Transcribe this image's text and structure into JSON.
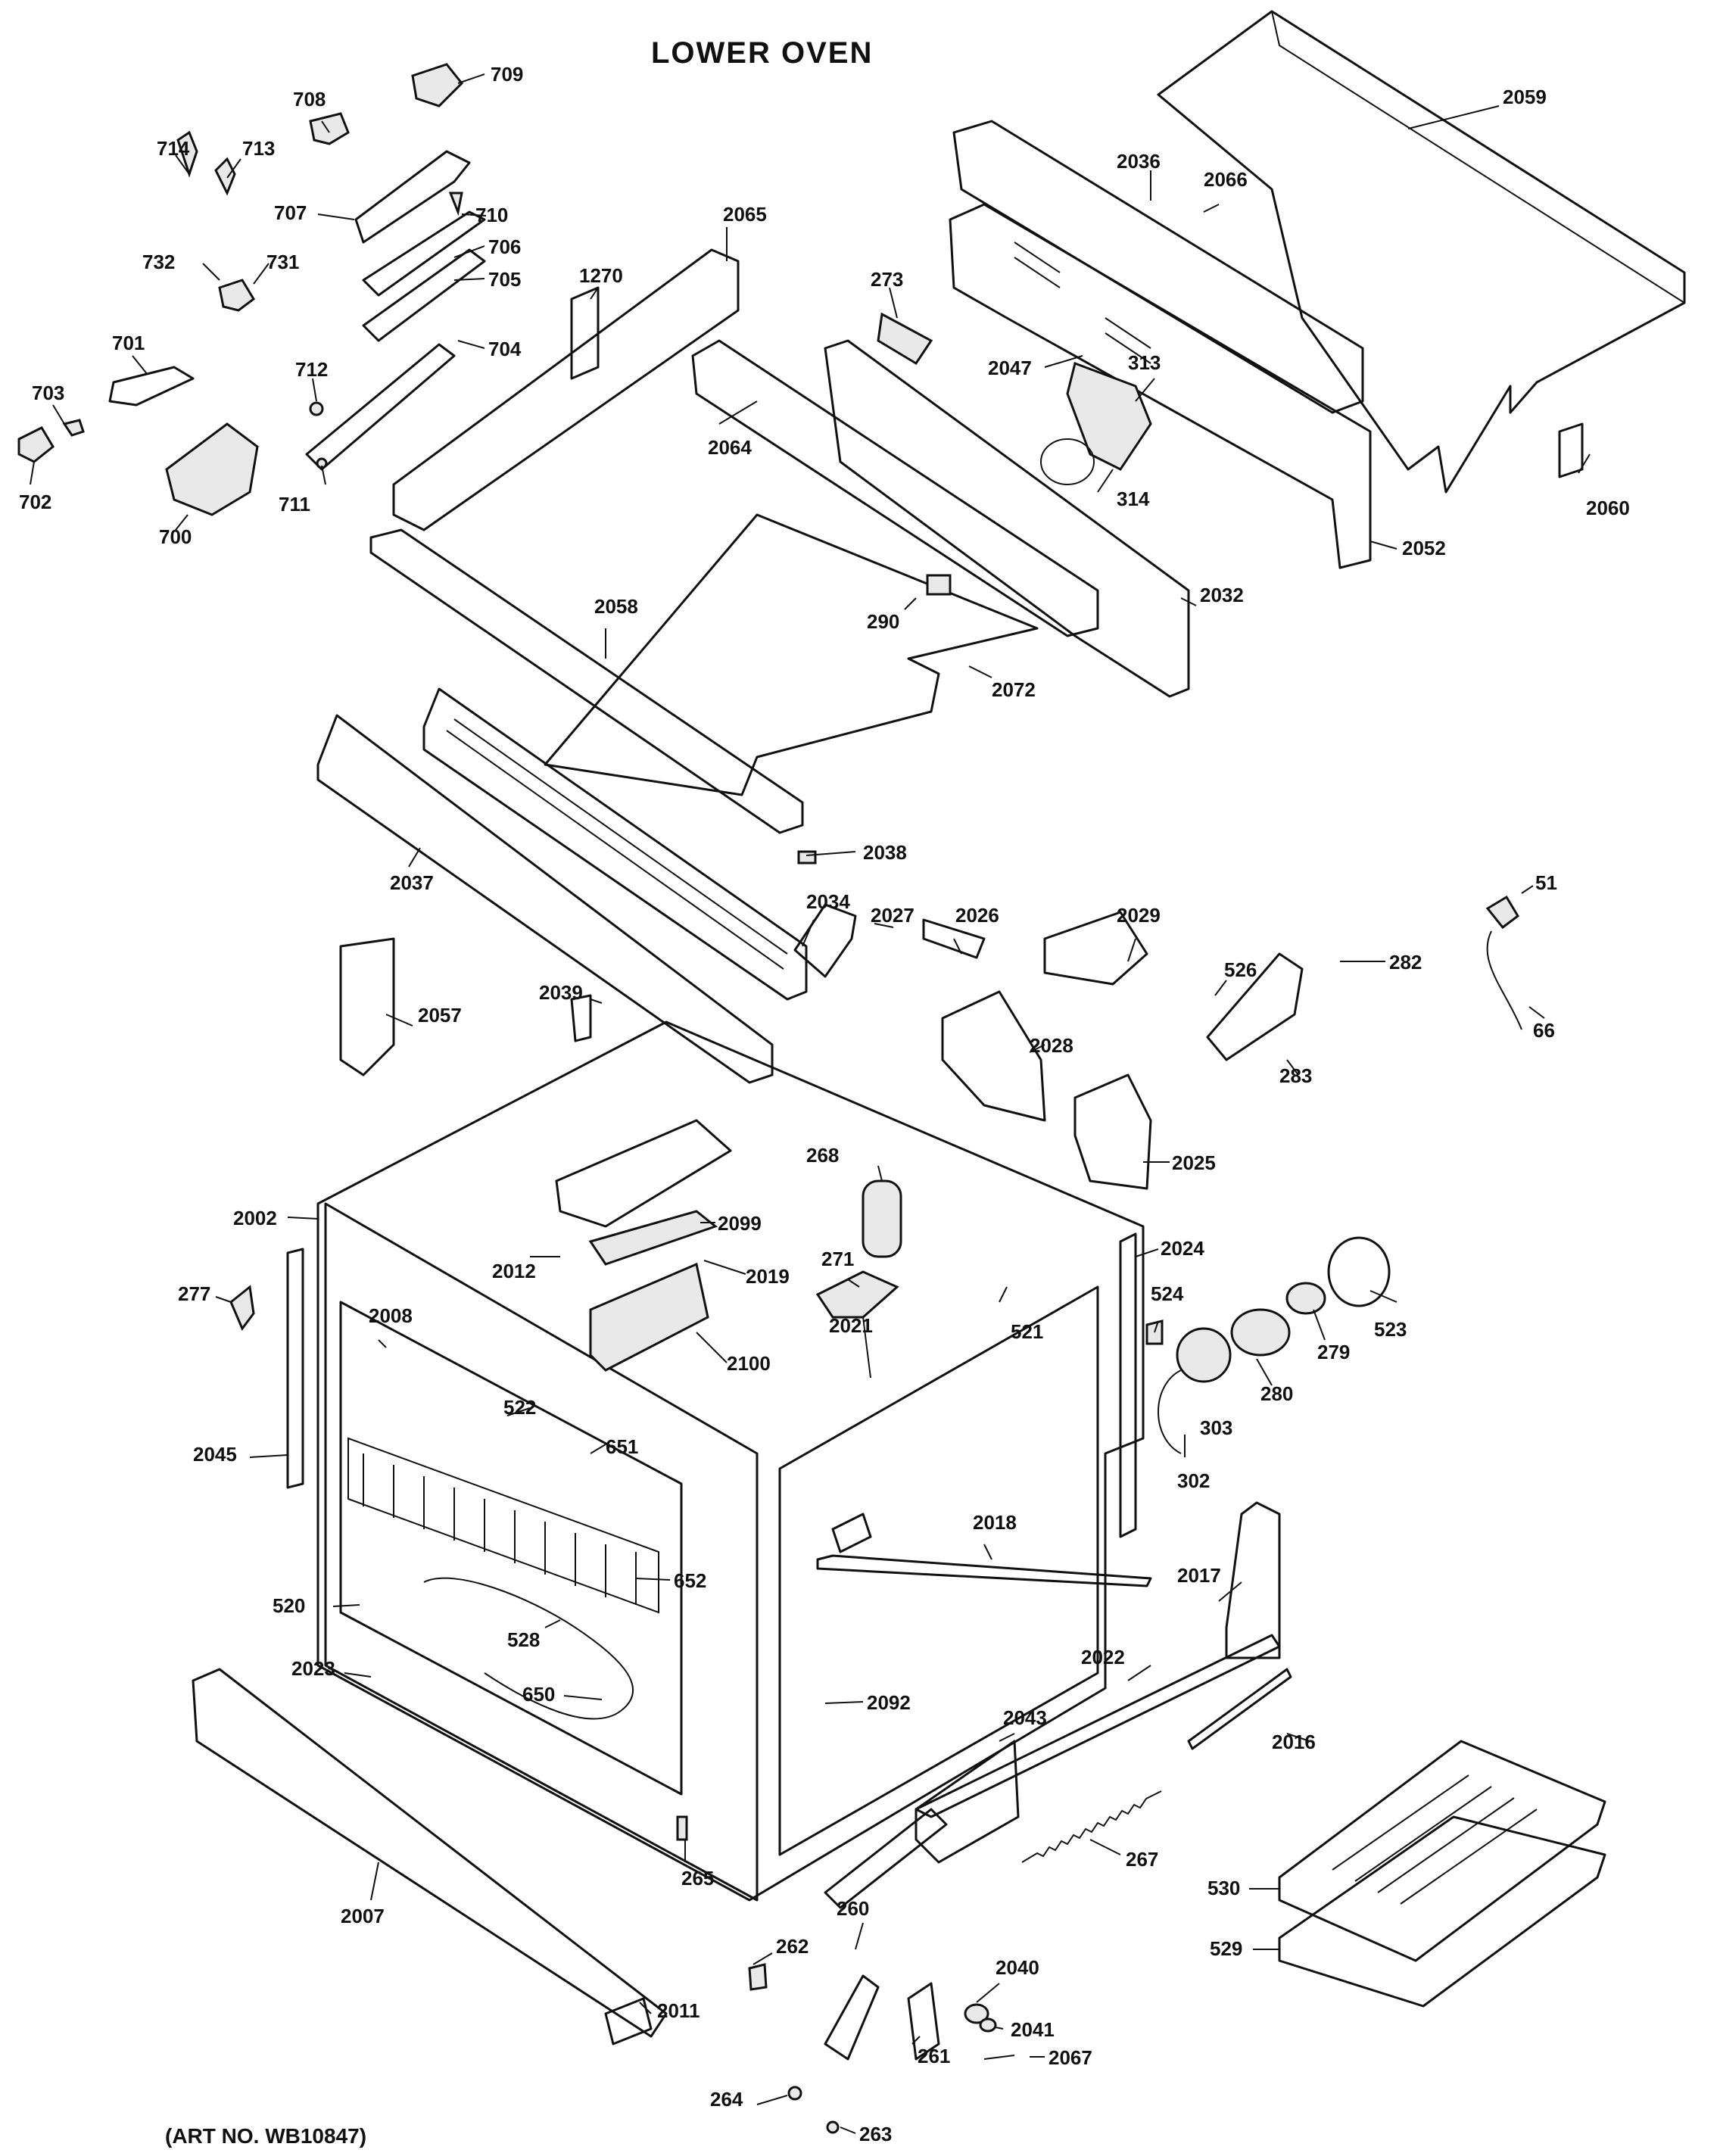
{
  "title": "LOWER OVEN",
  "art_number": "(ART NO. WB10847)",
  "parts": [
    {
      "id": "709"
    },
    {
      "id": "708"
    },
    {
      "id": "714"
    },
    {
      "id": "713"
    },
    {
      "id": "707"
    },
    {
      "id": "710"
    },
    {
      "id": "706"
    },
    {
      "id": "732"
    },
    {
      "id": "731"
    },
    {
      "id": "705"
    },
    {
      "id": "701"
    },
    {
      "id": "704"
    },
    {
      "id": "712"
    },
    {
      "id": "703"
    },
    {
      "id": "702"
    },
    {
      "id": "700"
    },
    {
      "id": "711"
    },
    {
      "id": "1270"
    },
    {
      "id": "2065"
    },
    {
      "id": "2059"
    },
    {
      "id": "2036"
    },
    {
      "id": "2066"
    },
    {
      "id": "273"
    },
    {
      "id": "2047"
    },
    {
      "id": "313"
    },
    {
      "id": "2064"
    },
    {
      "id": "314"
    },
    {
      "id": "2060"
    },
    {
      "id": "2052"
    },
    {
      "id": "2032"
    },
    {
      "id": "2058"
    },
    {
      "id": "290"
    },
    {
      "id": "2072"
    },
    {
      "id": "2038"
    },
    {
      "id": "2037"
    },
    {
      "id": "2034"
    },
    {
      "id": "2027"
    },
    {
      "id": "2026"
    },
    {
      "id": "2029"
    },
    {
      "id": "51"
    },
    {
      "id": "526"
    },
    {
      "id": "282"
    },
    {
      "id": "66"
    },
    {
      "id": "2057"
    },
    {
      "id": "2039"
    },
    {
      "id": "2028"
    },
    {
      "id": "283"
    },
    {
      "id": "268"
    },
    {
      "id": "2025"
    },
    {
      "id": "2002"
    },
    {
      "id": "2099"
    },
    {
      "id": "2024"
    },
    {
      "id": "2012"
    },
    {
      "id": "2019"
    },
    {
      "id": "271"
    },
    {
      "id": "524"
    },
    {
      "id": "277"
    },
    {
      "id": "2008"
    },
    {
      "id": "521"
    },
    {
      "id": "523"
    },
    {
      "id": "2021"
    },
    {
      "id": "279"
    },
    {
      "id": "2100"
    },
    {
      "id": "280"
    },
    {
      "id": "522"
    },
    {
      "id": "303"
    },
    {
      "id": "2045"
    },
    {
      "id": "651"
    },
    {
      "id": "302"
    },
    {
      "id": "2018"
    },
    {
      "id": "2017"
    },
    {
      "id": "652"
    },
    {
      "id": "520"
    },
    {
      "id": "528"
    },
    {
      "id": "2023"
    },
    {
      "id": "2022"
    },
    {
      "id": "650"
    },
    {
      "id": "2092"
    },
    {
      "id": "2043"
    },
    {
      "id": "2016"
    },
    {
      "id": "267"
    },
    {
      "id": "530"
    },
    {
      "id": "265"
    },
    {
      "id": "260"
    },
    {
      "id": "529"
    },
    {
      "id": "2007"
    },
    {
      "id": "262"
    },
    {
      "id": "2040"
    },
    {
      "id": "2011"
    },
    {
      "id": "2041"
    },
    {
      "id": "261"
    },
    {
      "id": "2067"
    },
    {
      "id": "264"
    },
    {
      "id": "263"
    }
  ]
}
